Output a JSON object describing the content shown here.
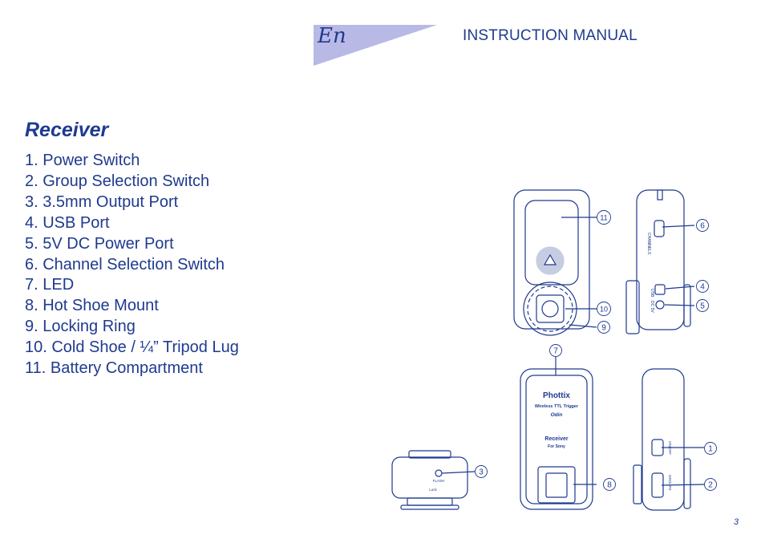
{
  "header": {
    "language": "En",
    "title": "INSTRUCTION MANUAL",
    "tab_color": "#b9b9e6"
  },
  "section": {
    "title": "Receiver",
    "parts": [
      "1. Power Switch",
      "2. Group Selection Switch",
      "3. 3.5mm Output Port",
      "4. USB Port",
      "5. 5V DC Power Port",
      "6. Channel Selection Switch",
      "7. LED",
      "8. Hot Shoe Mount",
      "9. Locking Ring",
      "10. Cold Shoe / ¼” Tripod Lug",
      "11. Battery Compartment"
    ]
  },
  "figures": {
    "callouts": [
      "1",
      "2",
      "3",
      "4",
      "5",
      "6",
      "7",
      "8",
      "9",
      "10",
      "11"
    ],
    "device_text": {
      "brand": "Phottix",
      "product": "Wireless TTL Trigger",
      "model": "Odin",
      "unit": "Receiver",
      "variant": "For Sony",
      "flash_port_label": "FLASH",
      "lock_label": "Lock",
      "channel_label": "CHANNELS",
      "usb_label": "USB",
      "dc_label": "DC 5V",
      "group_label": "GROUPS",
      "on_off_label": "ON/OFF"
    }
  },
  "footer": {
    "page_number": "3"
  }
}
